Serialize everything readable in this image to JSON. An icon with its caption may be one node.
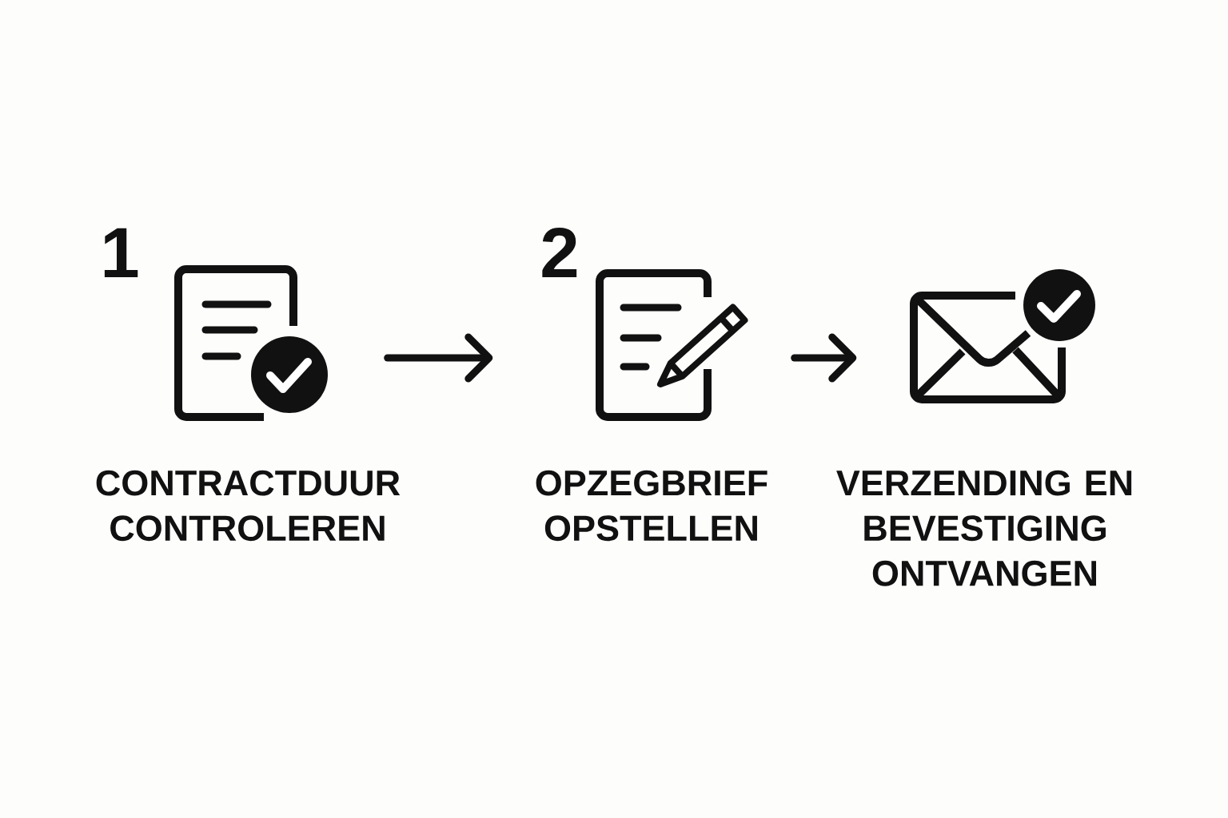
{
  "diagram": {
    "nodes": [
      {
        "text": [],
        "shape": "picture",
        "beside": [
          "1",
          "CONTRACTDUUR CONTROLEREN"
        ]
      },
      {
        "text": [],
        "shape": "picture",
        "beside": [
          "2",
          "OPZEGBRIEF OPSTELLEN"
        ]
      },
      {
        "text": [],
        "shape": "picture",
        "beside": [
          "VERZENDING EN BEVESTIGING ONTVANGEN"
        ]
      }
    ],
    "edges": [
      {
        "from": 0,
        "to": 1,
        "arrow": "to"
      },
      {
        "from": 1,
        "to": 2,
        "arrow": "to"
      }
    ]
  }
}
